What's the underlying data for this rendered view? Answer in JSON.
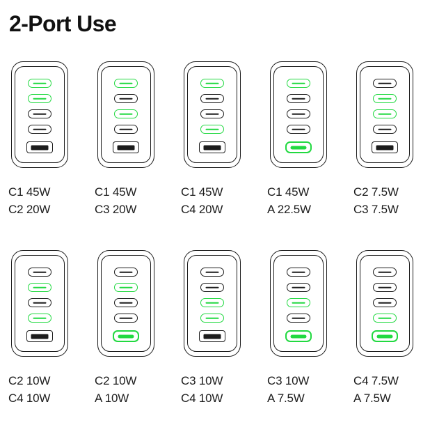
{
  "page": {
    "title": "2-Port Use",
    "accent_color": "#21d940",
    "outline_color": "#1c1c1c",
    "background_color": "#ffffff"
  },
  "port_layout": {
    "order": [
      "C1",
      "C2",
      "C3",
      "C4",
      "A"
    ],
    "types": [
      "usb-c",
      "usb-c",
      "usb-c",
      "usb-c",
      "usb-a"
    ]
  },
  "combos": [
    {
      "id": "c1-c2",
      "active_ports": [
        "C1",
        "C2"
      ],
      "port_states": [
        true,
        true,
        false,
        false,
        false
      ],
      "line1": "C1 45W",
      "line2": "C2 20W"
    },
    {
      "id": "c1-c3",
      "active_ports": [
        "C1",
        "C3"
      ],
      "port_states": [
        true,
        false,
        true,
        false,
        false
      ],
      "line1": "C1 45W",
      "line2": "C3 20W"
    },
    {
      "id": "c1-c4",
      "active_ports": [
        "C1",
        "C4"
      ],
      "port_states": [
        true,
        false,
        false,
        true,
        false
      ],
      "line1": "C1 45W",
      "line2": "C4 20W"
    },
    {
      "id": "c1-a",
      "active_ports": [
        "C1",
        "A"
      ],
      "port_states": [
        true,
        false,
        false,
        false,
        true
      ],
      "line1": "C1 45W",
      "line2": "A 22.5W"
    },
    {
      "id": "c2-c3",
      "active_ports": [
        "C2",
        "C3"
      ],
      "port_states": [
        false,
        true,
        true,
        false,
        false
      ],
      "line1": "C2 7.5W",
      "line2": "C3 7.5W"
    },
    {
      "id": "c2-c4",
      "active_ports": [
        "C2",
        "C4"
      ],
      "port_states": [
        false,
        true,
        false,
        true,
        false
      ],
      "line1": "C2 10W",
      "line2": "C4 10W"
    },
    {
      "id": "c2-a",
      "active_ports": [
        "C2",
        "A"
      ],
      "port_states": [
        false,
        true,
        false,
        false,
        true
      ],
      "line1": "C2 10W",
      "line2": "A 10W"
    },
    {
      "id": "c3-c4",
      "active_ports": [
        "C3",
        "C4"
      ],
      "port_states": [
        false,
        false,
        true,
        true,
        false
      ],
      "line1": "C3 10W",
      "line2": "C4 10W"
    },
    {
      "id": "c3-a",
      "active_ports": [
        "C3",
        "A"
      ],
      "port_states": [
        false,
        false,
        true,
        false,
        true
      ],
      "line1": "C3 10W",
      "line2": "A 7.5W"
    },
    {
      "id": "c4-a",
      "active_ports": [
        "C4",
        "A"
      ],
      "port_states": [
        false,
        false,
        false,
        true,
        true
      ],
      "line1": "C4 7.5W",
      "line2": "A 7.5W"
    }
  ]
}
